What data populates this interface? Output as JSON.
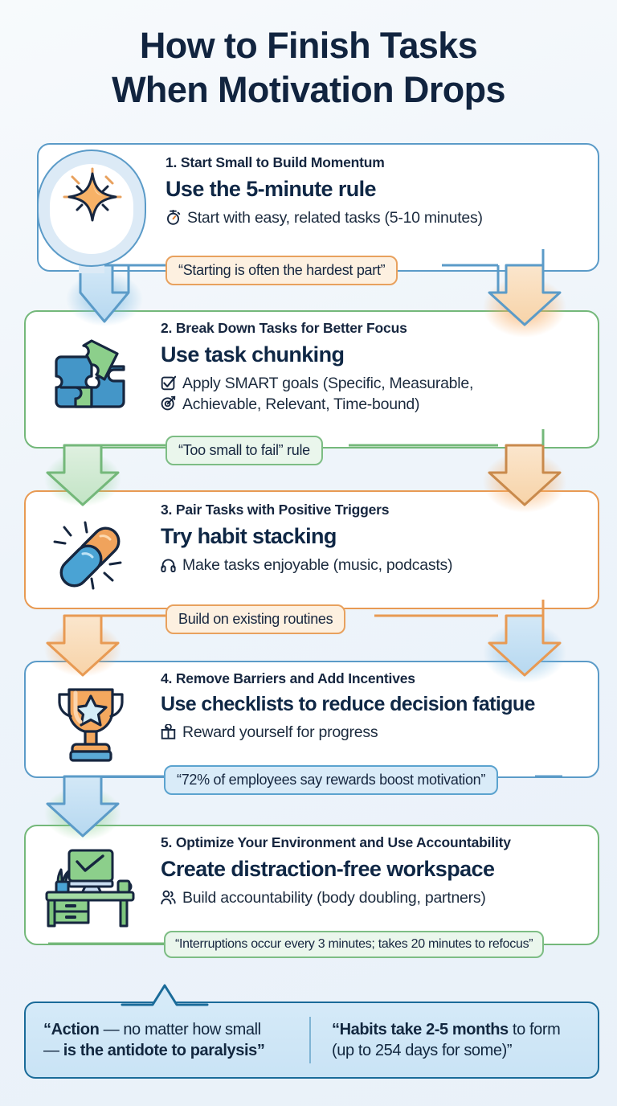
{
  "title": {
    "line1": "How to Finish Tasks",
    "line2": "When Motivation Drops"
  },
  "steps": [
    {
      "eyebrow": "1. Start Small to Build Momentum",
      "headline": "Use the 5-minute rule",
      "detail_icon": "stopwatch-icon",
      "detail": "Start with easy, related tasks (5-10 minutes)",
      "badge": "“Starting is often the hardest part”",
      "icon": "sparkle-icon",
      "accent": "#5b9bc8",
      "badge_accent": "#e8a15e"
    },
    {
      "eyebrow": "2. Break Down Tasks for Better Focus",
      "headline": "Use task chunking",
      "detail_icon": "checkbox-icon",
      "detail": "Apply SMART goals (Specific, Measurable,",
      "detail_icon2": "target-icon",
      "detail2": "Achievable, Relevant, Time-bound)",
      "badge": "“Too small to fail” rule",
      "icon": "puzzle-icon",
      "accent": "#74b87a",
      "badge_accent": "#7dbd84"
    },
    {
      "eyebrow": "3. Pair Tasks with Positive Triggers",
      "headline": "Try habit stacking",
      "detail_icon": "headphones-icon",
      "detail": "Make tasks enjoyable (music, podcasts)",
      "badge": "Build on existing routines",
      "icon": "chain-link-icon",
      "accent": "#e89a53",
      "badge_accent": "#e8a15e"
    },
    {
      "eyebrow": "4. Remove Barriers and Add Incentives",
      "headline": "Use checklists to reduce decision fatigue",
      "detail_icon": "gift-icon",
      "detail": "Reward yourself for progress",
      "badge": "“72% of employees say rewards boost motivation”",
      "icon": "trophy-icon",
      "accent": "#5b9bc8",
      "badge_accent": "#5ba3cf"
    },
    {
      "eyebrow": "5. Optimize Your Environment and Use Accountability",
      "headline": "Create distraction-free workspace",
      "detail_icon": "people-icon",
      "detail": "Build accountability (body doubling, partners)",
      "badge": "“Interruptions occur every 3 minutes; takes 20 minutes to refocus”",
      "icon": "desk-icon",
      "accent": "#74b87a",
      "badge_accent": "#7dbd84"
    }
  ],
  "footer": {
    "left_bold_1": "“Action",
    "left_rest_1": " — no matter how small",
    "left_rest_2": "— ",
    "left_bold_2": "is the antidote to paralysis”",
    "right_bold": "“Habits take 2-5 months",
    "right_rest": " to form (up to 254 days for some)”"
  },
  "colors": {
    "background": "#eef4fa",
    "title": "#11243f",
    "blue": "#5b9bc8",
    "green": "#74b87a",
    "orange": "#e89a53",
    "footer_border": "#1a6b99"
  }
}
